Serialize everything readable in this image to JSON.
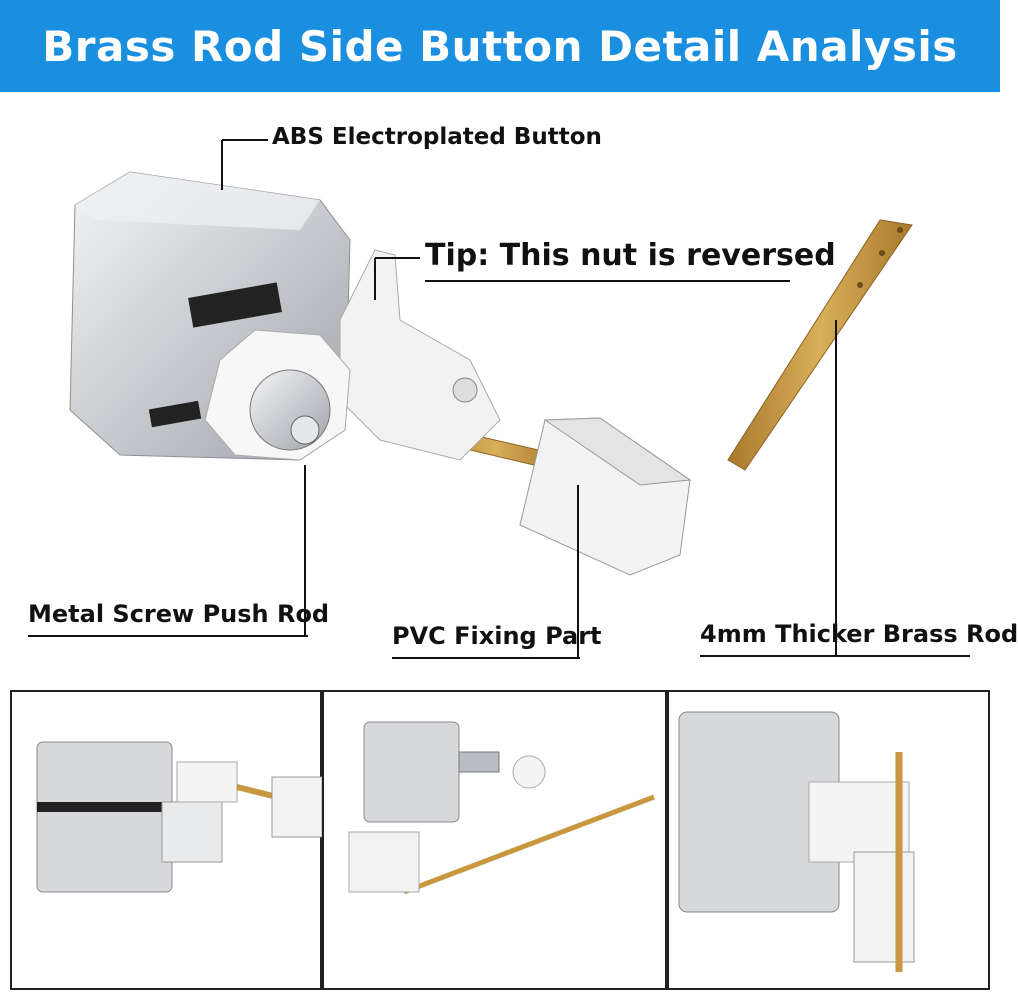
{
  "header": {
    "title": "Brass Rod Side Button Detail Analysis"
  },
  "callouts": {
    "abs_button": "ABS Electroplated Button",
    "nut_tip": "Tip: This nut is reversed",
    "push_rod": "Metal Screw Push Rod",
    "pvc_part": "PVC Fixing Part",
    "brass_rod": "4mm Thicker Brass Rod"
  },
  "colors": {
    "banner": "#1a8fe0",
    "chrome": "#c9ccd0",
    "plastic": "#f2f2f2",
    "brass": "#c8973f"
  }
}
